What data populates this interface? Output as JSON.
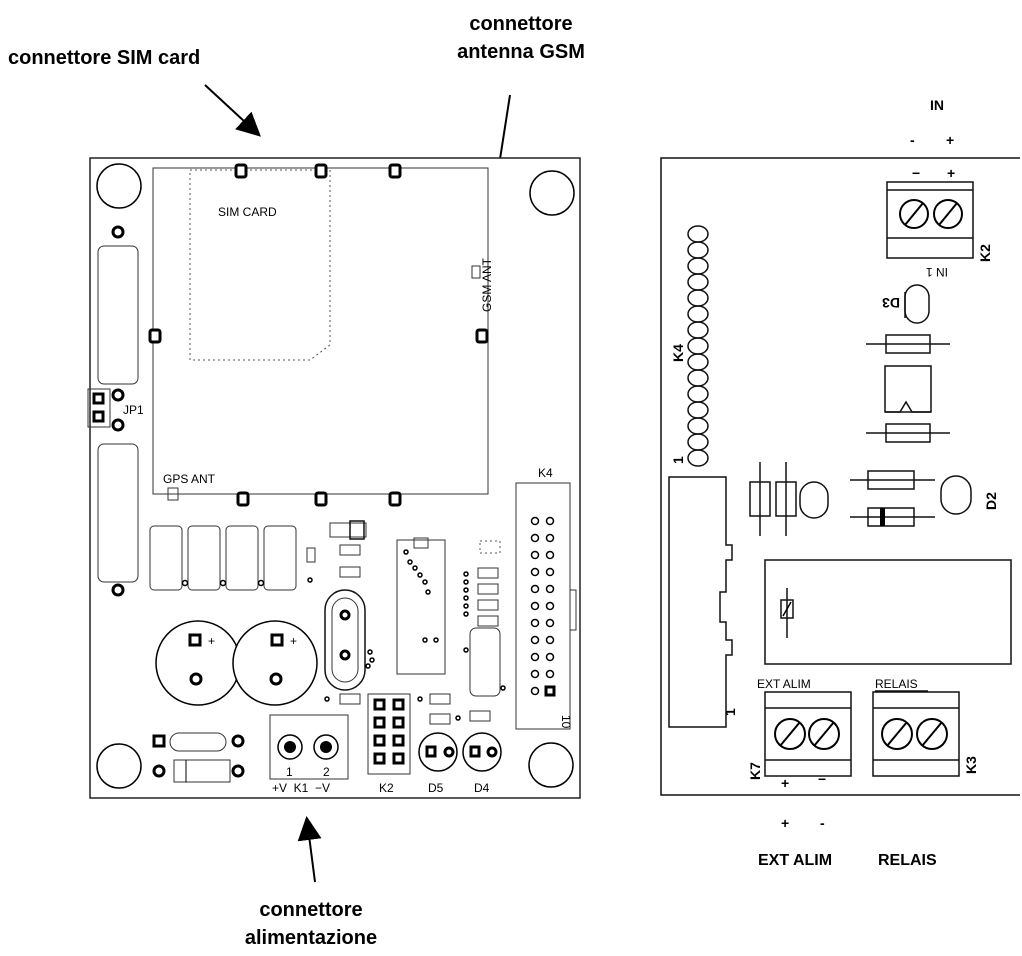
{
  "callouts": {
    "sim": "connettore SIM card",
    "antenna_1": "connettore",
    "antenna_2": "antenna GSM",
    "power_1": "connettore",
    "power_2": "alimentazione"
  },
  "left_board": {
    "sim_card": "SIM CARD",
    "gsm_ant": "GSM ANT",
    "gps_ant": "GPS ANT",
    "jp1": "JP1",
    "k4": "K4",
    "k4_pin": "10",
    "k1_pin1": "1",
    "k1_pin2": "2",
    "k1": "+V  K1  −V",
    "k2": "K2",
    "d5": "D5",
    "d4": "D4",
    "plus": "+"
  },
  "right_board": {
    "in": "IN",
    "in_minus": "-",
    "in_plus": "+",
    "k2_minus": "−",
    "k2_plus": "+",
    "k2": "K2",
    "in_mirror": "IN 1",
    "d3": "D3",
    "k4": "K4",
    "k4_pin": "1",
    "d2": "D2",
    "pin1": "1",
    "ext_alim": "EXT ALIM",
    "relais": "RELAIS",
    "k7": "K7",
    "k3": "K3",
    "k7_plus": "+",
    "k7_minus": "−",
    "below_plus": "+",
    "below_minus": "-",
    "below_ext": "EXT ALIM",
    "below_relais": "RELAIS"
  }
}
